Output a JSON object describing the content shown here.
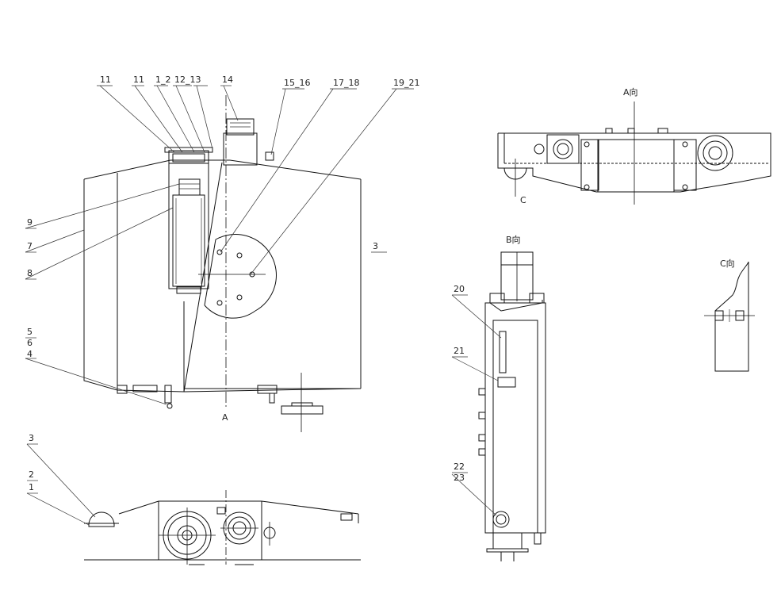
{
  "labels": {
    "top": [
      "11",
      "11",
      "1_2",
      "12_13",
      "14",
      "15_16",
      "17_18",
      "19_21"
    ],
    "left": [
      "9",
      "7",
      "8",
      "5",
      "6",
      "4"
    ],
    "side_right": "3",
    "section_a_mark": "A",
    "bottom": [
      "3",
      "2",
      "1"
    ],
    "b_view": [
      "20",
      "21",
      "22",
      "23"
    ]
  },
  "views": {
    "a_view": "A向",
    "b_view": "B向",
    "c_view": "C向",
    "c_mark": "C"
  },
  "colors": {
    "line": "#111111",
    "paper": "#ffffff"
  }
}
